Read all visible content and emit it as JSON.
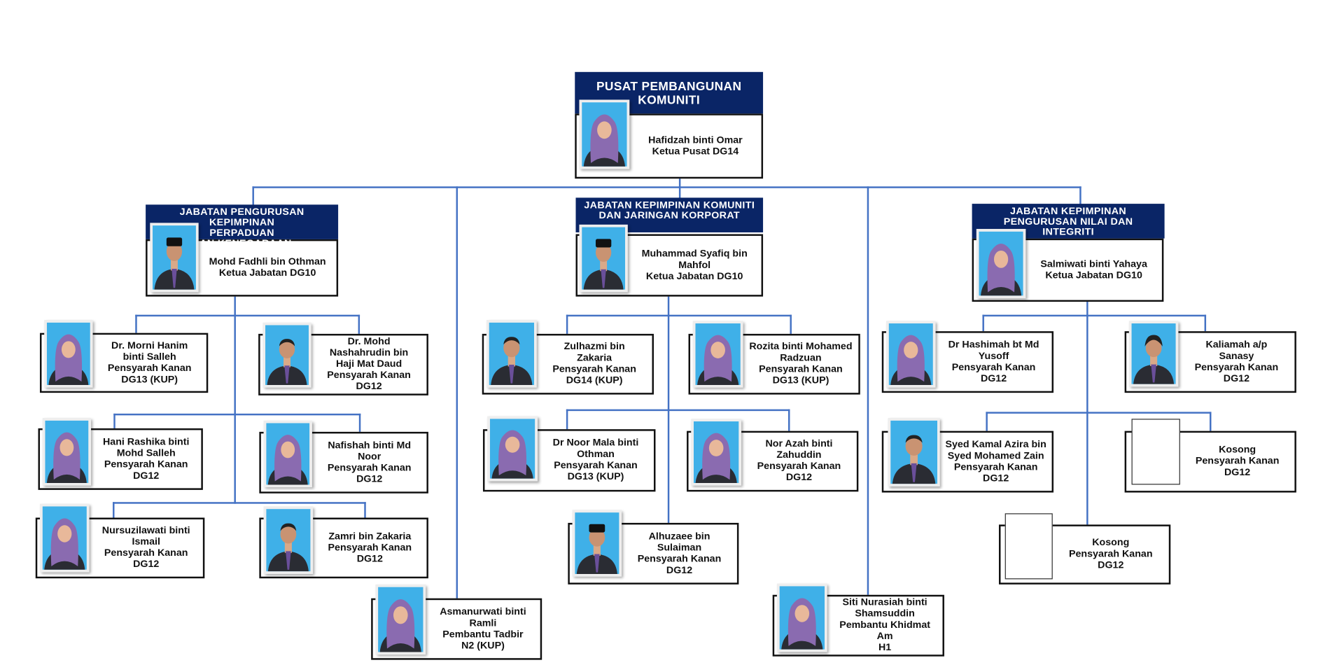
{
  "colors": {
    "header_bg": "#0a2566",
    "connector": "#4472c4",
    "photo_bg": "#3fb0e8",
    "hijab": "#8a6bb0"
  },
  "top": {
    "header": [
      "PUSAT PEMBANGUNAN",
      "KOMUNITI"
    ],
    "lines": [
      "Hafidzah binti Omar",
      "Ketua Pusat DG14"
    ],
    "photo": "hijab-woman-portrait"
  },
  "departments": [
    {
      "header": [
        "JABATAN PENGURUSAN KEPIMPINAN",
        "PERPADUAN",
        "DAN KENEGARAAN"
      ],
      "lines": [
        "Mohd Fadhli bin Othman",
        "Ketua Jabatan DG10"
      ],
      "photo": "man-songkok-portrait"
    },
    {
      "header": [
        "JABATAN KEPIMPINAN KOMUNITI",
        "DAN JARINGAN KORPORAT"
      ],
      "lines": [
        "Muhammad Syafiq bin",
        "Mahfol",
        "Ketua Jabatan DG10"
      ],
      "photo": "man-songkok-portrait"
    },
    {
      "header": [
        "JABATAN KEPIMPINAN",
        "PENGURUSAN NILAI DAN",
        "INTEGRITI"
      ],
      "lines": [
        "Salmiwati binti Yahaya",
        "Ketua Jabatan DG10"
      ],
      "photo": "hijab-woman-portrait"
    }
  ],
  "staff": [
    {
      "lines": [
        "Dr. Morni Hanim",
        "binti Salleh",
        "Pensyarah Kanan",
        "DG13 (KUP)"
      ],
      "photo": "hijab-woman-portrait"
    },
    {
      "lines": [
        "Dr. Mohd",
        "Nashahrudin bin",
        "Haji Mat Daud",
        "Pensyarah Kanan",
        "DG12"
      ],
      "photo": "man-portrait"
    },
    {
      "lines": [
        "Hani Rashika binti",
        "Mohd Salleh",
        "Pensyarah Kanan",
        "DG12"
      ],
      "photo": "hijab-woman-portrait"
    },
    {
      "lines": [
        "Nafishah binti Md",
        "Noor",
        "Pensyarah Kanan",
        "DG12"
      ],
      "photo": "hijab-woman-portrait"
    },
    {
      "lines": [
        "Nursuzilawati binti",
        "Ismail",
        "Pensyarah Kanan",
        "DG12"
      ],
      "photo": "hijab-woman-portrait"
    },
    {
      "lines": [
        "Zamri bin Zakaria",
        "Pensyarah Kanan",
        "DG12"
      ],
      "photo": "man-portrait"
    },
    {
      "lines": [
        "Asmanurwati binti",
        "Ramli",
        "Pembantu Tadbir",
        "N2 (KUP)"
      ],
      "photo": "hijab-woman-portrait"
    },
    {
      "lines": [
        "Zulhazmi bin",
        "Zakaria",
        "Pensyarah Kanan",
        "DG14 (KUP)"
      ],
      "photo": "man-portrait"
    },
    {
      "lines": [
        "Rozita binti Mohamed",
        "Radzuan",
        "Pensyarah Kanan",
        "DG13 (KUP)"
      ],
      "photo": "hijab-woman-portrait"
    },
    {
      "lines": [
        "Dr Noor Mala binti",
        "Othman",
        "Pensyarah Kanan",
        "DG13 (KUP)"
      ],
      "photo": "hijab-woman-portrait"
    },
    {
      "lines": [
        "Nor Azah binti",
        "Zahuddin",
        "Pensyarah Kanan",
        "DG12"
      ],
      "photo": "hijab-woman-portrait"
    },
    {
      "lines": [
        "Alhuzaee bin",
        "Sulaiman",
        "Pensyarah Kanan",
        "DG12"
      ],
      "photo": "man-songkok-portrait"
    },
    {
      "lines": [
        "Siti Nurasiah binti",
        "Shamsuddin",
        "Pembantu Khidmat",
        "Am",
        "H1"
      ],
      "photo": "hijab-woman-portrait"
    },
    {
      "lines": [
        "Dr Hashimah bt Md",
        "Yusoff",
        "Pensyarah Kanan",
        "DG12"
      ],
      "photo": "hijab-woman-portrait"
    },
    {
      "lines": [
        "Kaliamah a/p",
        "Sanasy",
        "Pensyarah Kanan",
        "DG12"
      ],
      "photo": "woman-portrait"
    },
    {
      "lines": [
        "Syed Kamal Azira bin",
        "Syed Mohamed Zain",
        "Pensyarah Kanan",
        "DG12"
      ],
      "photo": "man-portrait"
    },
    {
      "lines": [
        "Kosong",
        "Pensyarah Kanan",
        "DG12"
      ],
      "photo": "blank-photo"
    },
    {
      "lines": [
        "Kosong",
        "Pensyarah Kanan",
        "DG12"
      ],
      "photo": "blank-photo"
    }
  ]
}
